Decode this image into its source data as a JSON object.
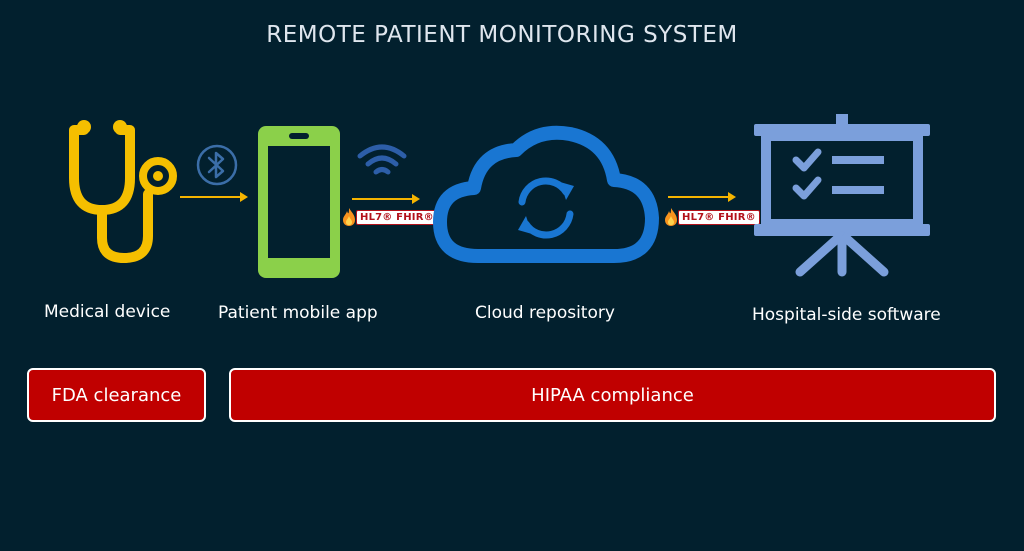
{
  "title": "REMOTE PATIENT MONITORING SYSTEM",
  "nodes": {
    "medical_device": {
      "label": "Medical device",
      "icon": "stethoscope-icon"
    },
    "patient_app": {
      "label": "Patient mobile app",
      "icon": "smartphone-icon"
    },
    "cloud": {
      "label": "Cloud repository",
      "icon": "cloud-sync-icon"
    },
    "hospital": {
      "label": "Hospital-side software",
      "icon": "presentation-board-icon"
    }
  },
  "connectors": {
    "bluetooth_icon": "bluetooth-icon",
    "wifi_icon": "wifi-icon",
    "hl7_badge_1": "HL7® FHIR®",
    "hl7_badge_2": "HL7® FHIR®"
  },
  "compliance": {
    "fda": "FDA clearance",
    "hipaa": "HIPAA compliance"
  },
  "colors": {
    "background": "#02202e",
    "stethoscope": "#f5bf00",
    "phone": "#8bd04a",
    "cloud": "#1976d2",
    "board": "#7b9fdb",
    "arrow": "#f5b400",
    "compliance_box": "#c00000"
  }
}
